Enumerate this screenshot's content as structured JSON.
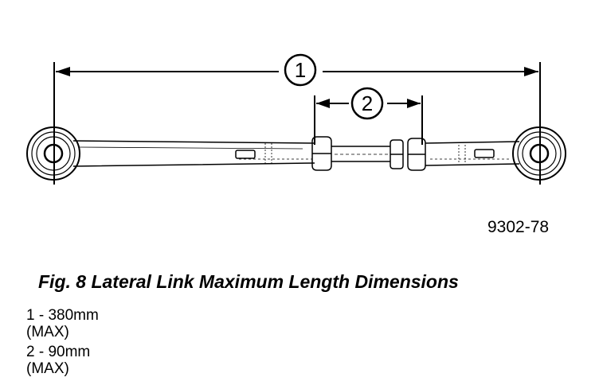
{
  "diagram": {
    "callouts": [
      {
        "label": "1"
      },
      {
        "label": "2"
      }
    ],
    "figure_code": "9302-78"
  },
  "caption": {
    "text": "Fig. 8 Lateral Link Maximum Length Dimensions"
  },
  "legend": [
    {
      "line1": "1 - 380mm",
      "line2": "(MAX)"
    },
    {
      "line1": "2 - 90mm",
      "line2": "(MAX)"
    }
  ]
}
